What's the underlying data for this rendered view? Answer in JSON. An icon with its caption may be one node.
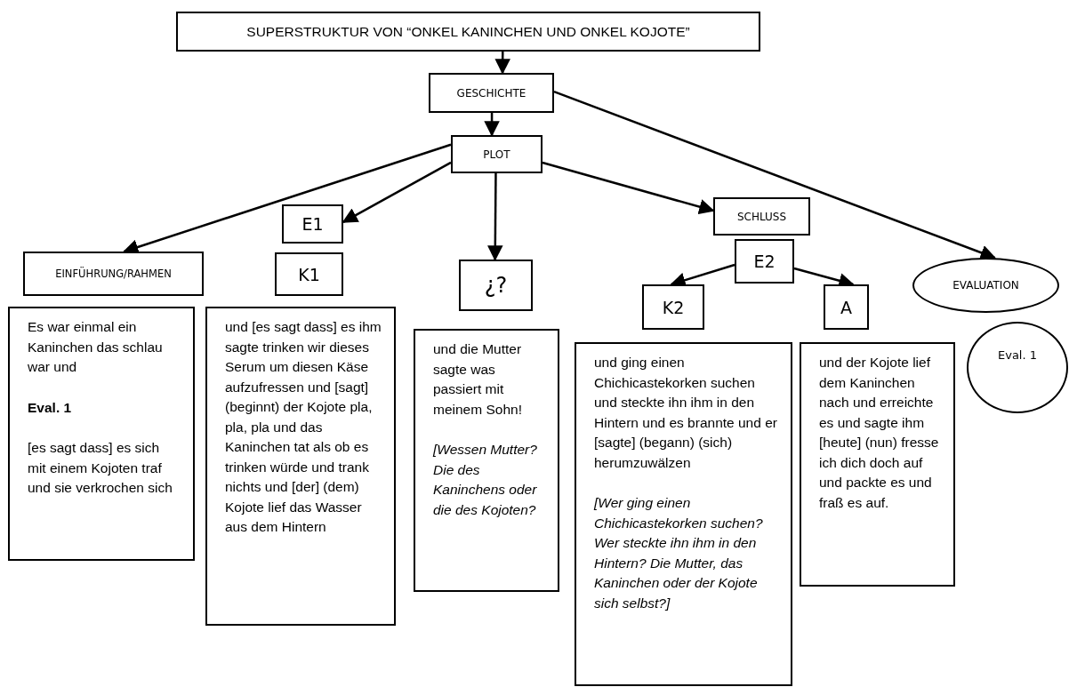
{
  "diagram": {
    "nodes": [
      {
        "text": [
          "SUPERSTRUKTUR VON “ONKEL KANINCHEN UND ONKEL KOJOTE”"
        ]
      },
      {
        "text": [
          "GESCHICHTE"
        ]
      },
      {
        "text": [
          "PLOT"
        ]
      },
      {
        "text": [
          "E1"
        ]
      },
      {
        "text": [
          "SCHLUSS"
        ]
      },
      {
        "text": [
          "EINFÜHRUNG/RAHMEN"
        ]
      },
      {
        "text": [
          "K1"
        ]
      },
      {
        "text": [
          "¿?"
        ]
      },
      {
        "text": [
          "E2"
        ]
      },
      {
        "text": [
          "EVALUATION"
        ]
      },
      {
        "text": [
          "K2"
        ]
      },
      {
        "text": [
          "A"
        ]
      },
      {
        "text": [
          "Es war einmal ein Kaninchen das schlau war und",
          "Eval. 1",
          "[es sagt dass] es sich mit einem Kojoten traf und sie verkrochen sich"
        ]
      },
      {
        "text": [
          "und [es sagt dass] es ihm sagte trinken wir dieses Serum um diesen Käse aufzufressen und [sagt] (beginnt) der Kojote pla, pla, pla und das Kaninchen tat als ob es trinken würde und trank nichts und [der] (dem) Kojote lief das Wasser aus dem Hintern"
        ]
      },
      {
        "text": [
          "und die Mutter sagte was passiert mit meinem Sohn!",
          "[Wessen Mutter? Die des Kaninchens oder die des Kojoten?"
        ]
      },
      {
        "text": [
          "und ging einen Chichicastekorken suchen und steckte ihn ihm in den Hintern und es brannte und er [sagte] (begann) (sich) herumzuwälzen",
          "[Wer ging einen Chichicastekorken suchen? Wer steckte ihn ihm in den Hintern? Die Mutter, das Kaninchen oder der Kojote sich selbst?]"
        ]
      },
      {
        "text": [
          "und der Kojote lief dem Kaninchen nach und erreichte es und sagte ihm [heute] (nun) fresse ich dich doch auf und packte es und fraß es auf."
        ]
      },
      {
        "text": [
          "Eval. 1"
        ]
      }
    ],
    "edges": [
      {
        "from": 0,
        "to": 1,
        "arrow": "to"
      },
      {
        "from": 1,
        "to": 2,
        "arrow": "to"
      },
      {
        "from": 1,
        "to": 9,
        "arrow": "to"
      },
      {
        "from": 2,
        "to": 5,
        "arrow": "to"
      },
      {
        "from": 2,
        "to": 3,
        "arrow": "to"
      },
      {
        "from": 2,
        "to": 7,
        "arrow": "to"
      },
      {
        "from": 2,
        "to": 4,
        "arrow": "to"
      },
      {
        "from": 8,
        "to": 10,
        "arrow": "to"
      },
      {
        "from": 8,
        "to": 11,
        "arrow": "to"
      }
    ]
  }
}
